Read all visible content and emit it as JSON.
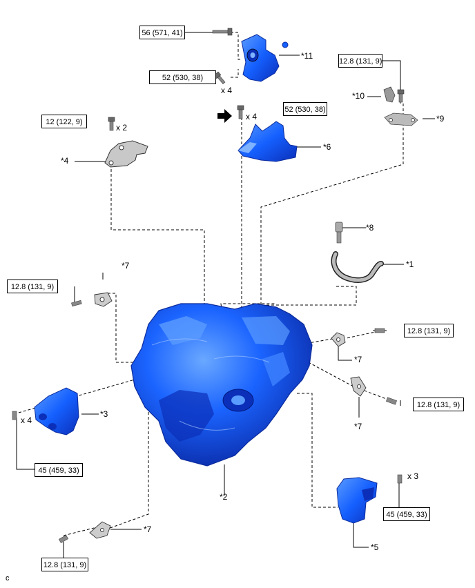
{
  "torque_specs": {
    "t1": "56 (571, 41)",
    "t2": "52 (530, 38)",
    "t3": "52 (530, 38)",
    "t4": "12.8 (131, 9)",
    "t5": "12 (122, 9)",
    "t6": "12.8 (131, 9)",
    "t7": "12.8 (131, 9)",
    "t8": "12.8 (131, 9)",
    "t9": "45 (459, 33)",
    "t10": "45 (459, 33)",
    "t11": "12.8 (131, 9)"
  },
  "quantities": {
    "q1": "x 4",
    "q2": "x 4",
    "q3": "x 2",
    "q4": "x 4",
    "q5": "x 3"
  },
  "callouts": {
    "c1": "*1",
    "c2": "*2",
    "c3": "*3",
    "c4": "*4",
    "c5": "*5",
    "c6": "*6",
    "c7a": "*7",
    "c7b": "*7",
    "c7c": "*7",
    "c7d": "*7",
    "c8": "*8",
    "c9": "*9",
    "c10": "*10",
    "c11": "*11"
  },
  "corner_label": "c",
  "colors": {
    "part_blue": "#1560ff",
    "part_dark": "#0b2fb8",
    "part_light": "#7fb2ff"
  }
}
